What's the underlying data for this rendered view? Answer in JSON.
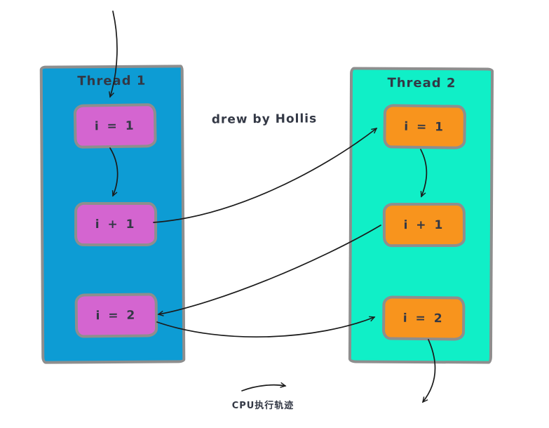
{
  "annotations": {
    "credit": "drew by Hollis",
    "legend_label": "CPU执行轨迹"
  },
  "threads": [
    {
      "title": "Thread 1",
      "nodes": [
        {
          "label": "i = 1"
        },
        {
          "label": "i + 1"
        },
        {
          "label": "i = 2"
        }
      ]
    },
    {
      "title": "Thread 2",
      "nodes": [
        {
          "label": "i = 1"
        },
        {
          "label": "i + 1"
        },
        {
          "label": "i = 2"
        }
      ]
    }
  ],
  "execution_trace": [
    {
      "from": "start",
      "to": "Thread 1 / i = 1"
    },
    {
      "from": "Thread 1 / i = 1",
      "to": "Thread 1 / i + 1"
    },
    {
      "from": "Thread 1 / i + 1",
      "to": "Thread 2 / i = 1"
    },
    {
      "from": "Thread 2 / i = 1",
      "to": "Thread 2 / i + 1"
    },
    {
      "from": "Thread 2 / i + 1",
      "to": "Thread 1 / i = 2"
    },
    {
      "from": "Thread 1 / i = 2",
      "to": "Thread 2 / i = 2"
    },
    {
      "from": "Thread 2 / i = 2",
      "to": "end"
    }
  ],
  "colors": {
    "background": "#ffffff",
    "thread1_panel": "#0d9cd4",
    "thread1_node": "#d465d0",
    "thread2_panel": "#10efc7",
    "thread2_node": "#f8941d",
    "panel_border": "#8e8e8e",
    "node_border": "#8e8e8e",
    "text": "#333845",
    "arrow": "#1b1b1b"
  }
}
